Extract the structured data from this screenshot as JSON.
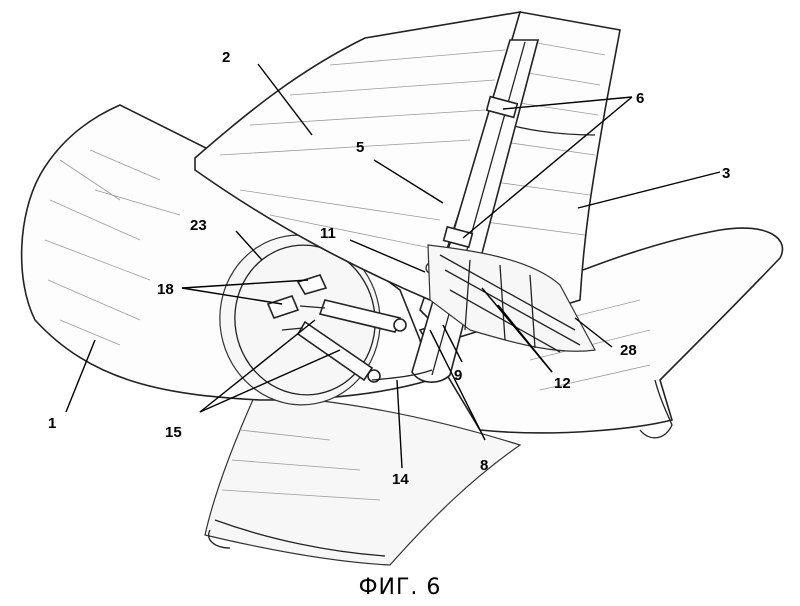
{
  "figure": {
    "caption": "ФИГ. 6",
    "labels": {
      "l1": "1",
      "l2": "2",
      "l3": "3",
      "l5": "5",
      "l6": "6",
      "l8": "8",
      "l9": "9",
      "l11": "11",
      "l12": "12",
      "l14": "14",
      "l15": "15",
      "l18": "18",
      "l23": "23",
      "l28": "28"
    }
  }
}
